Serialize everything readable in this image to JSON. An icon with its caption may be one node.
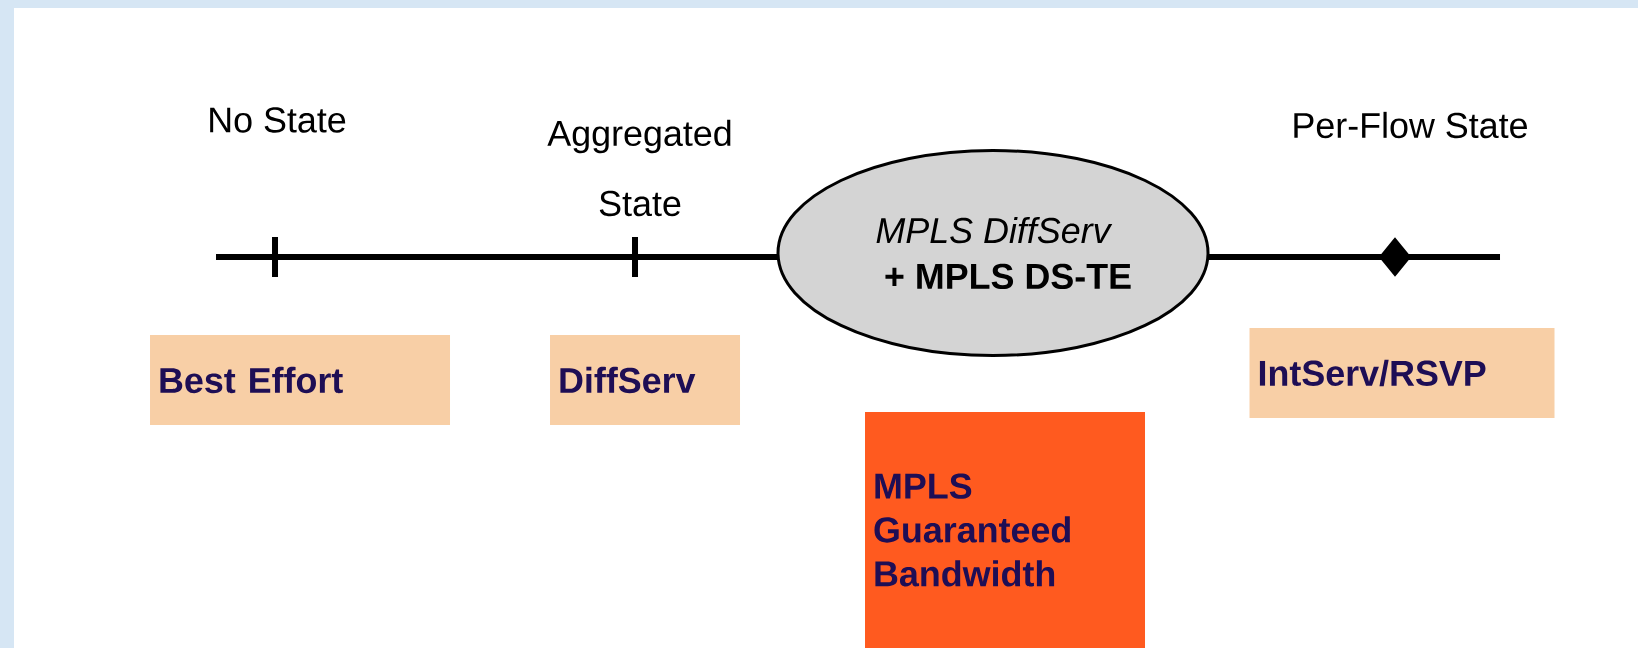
{
  "diagram": {
    "nodes": [
      {
        "text": [
          "Best Effort"
        ]
      },
      {
        "text": [
          "DiffServ"
        ]
      },
      {
        "text": [
          "MPLS DiffServ",
          "+ MPLS DS-TE"
        ]
      },
      {
        "text": [
          "IntServ/RSVP"
        ]
      },
      {
        "text": [
          "MPLS Guaranteed Bandwidth"
        ]
      }
    ],
    "labels": [
      "No State",
      "Aggregated State",
      "Per-Flow State"
    ]
  }
}
